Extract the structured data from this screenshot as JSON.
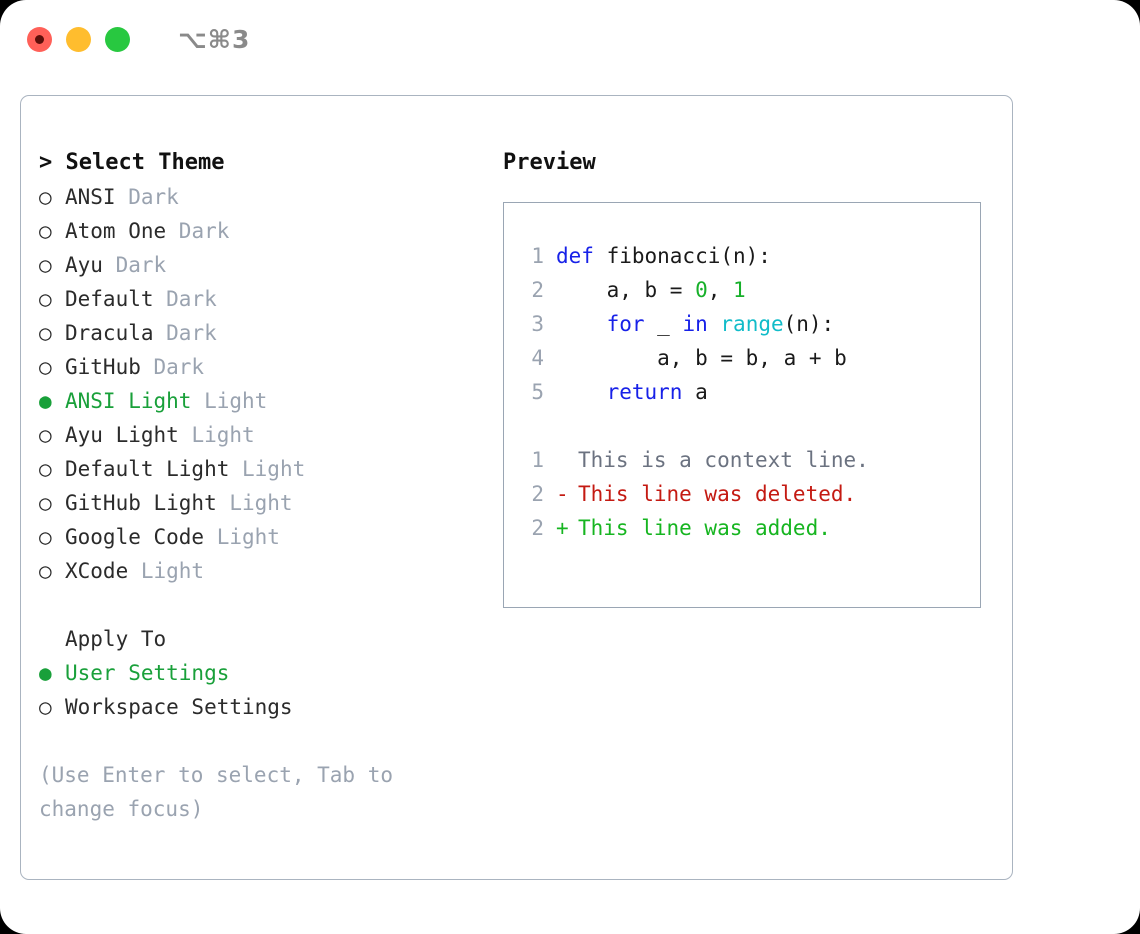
{
  "window": {
    "title": "⌥⌘3",
    "traffic_lights": [
      {
        "name": "close",
        "color": "#ff6058"
      },
      {
        "name": "minimize",
        "color": "#ffbd2e"
      },
      {
        "name": "maximize",
        "color": "#28c840"
      }
    ]
  },
  "theme_picker": {
    "heading": "> Select Theme",
    "caret": ">",
    "heading_label": "Select Theme",
    "bullet_selected": "●",
    "bullet_unselected": "○",
    "accent_color": "#19a03a",
    "muted_color": "#9aa3b0",
    "items": [
      {
        "name": "ANSI",
        "kind": "Dark",
        "selected": false
      },
      {
        "name": "Atom One",
        "kind": "Dark",
        "selected": false
      },
      {
        "name": "Ayu",
        "kind": "Dark",
        "selected": false
      },
      {
        "name": "Default",
        "kind": "Dark",
        "selected": false
      },
      {
        "name": "Dracula",
        "kind": "Dark",
        "selected": false
      },
      {
        "name": "GitHub",
        "kind": "Dark",
        "selected": false
      },
      {
        "name": "ANSI Light",
        "kind": "Light",
        "selected": true
      },
      {
        "name": "Ayu Light",
        "kind": "Light",
        "selected": false
      },
      {
        "name": "Default Light",
        "kind": "Light",
        "selected": false
      },
      {
        "name": "GitHub Light",
        "kind": "Light",
        "selected": false
      },
      {
        "name": "Google Code",
        "kind": "Light",
        "selected": false
      },
      {
        "name": "XCode",
        "kind": "Light",
        "selected": false
      }
    ]
  },
  "apply_to": {
    "heading": "Apply To",
    "options": [
      {
        "label": "User Settings",
        "selected": true
      },
      {
        "label": "Workspace Settings",
        "selected": false
      }
    ]
  },
  "hint": "(Use Enter to select, Tab to change focus)",
  "preview": {
    "title": "Preview",
    "code_lines": [
      {
        "no": "1",
        "tokens": [
          {
            "t": "def ",
            "c": "kw"
          },
          {
            "t": "fibonacci(n):",
            "c": "plain"
          }
        ]
      },
      {
        "no": "2",
        "tokens": [
          {
            "t": "    a, b = ",
            "c": "plain"
          },
          {
            "t": "0",
            "c": "num"
          },
          {
            "t": ", ",
            "c": "plain"
          },
          {
            "t": "1",
            "c": "num"
          }
        ]
      },
      {
        "no": "3",
        "tokens": [
          {
            "t": "    ",
            "c": "plain"
          },
          {
            "t": "for",
            "c": "kw"
          },
          {
            "t": " _ ",
            "c": "plain"
          },
          {
            "t": "in",
            "c": "kw"
          },
          {
            "t": " ",
            "c": "plain"
          },
          {
            "t": "range",
            "c": "fn"
          },
          {
            "t": "(n):",
            "c": "plain"
          }
        ]
      },
      {
        "no": "4",
        "tokens": [
          {
            "t": "        a, b = b, a + b",
            "c": "plain"
          }
        ]
      },
      {
        "no": "5",
        "tokens": [
          {
            "t": "    ",
            "c": "plain"
          },
          {
            "t": "return",
            "c": "kw"
          },
          {
            "t": " a",
            "c": "plain"
          }
        ]
      }
    ],
    "diff_lines": [
      {
        "no": "1",
        "mark": " ",
        "text": "This is a context line.",
        "kind": "ctx"
      },
      {
        "no": "2",
        "mark": "-",
        "text": "This line was deleted.",
        "kind": "del"
      },
      {
        "no": "2",
        "mark": "+",
        "text": "This line was added.",
        "kind": "add"
      }
    ]
  }
}
